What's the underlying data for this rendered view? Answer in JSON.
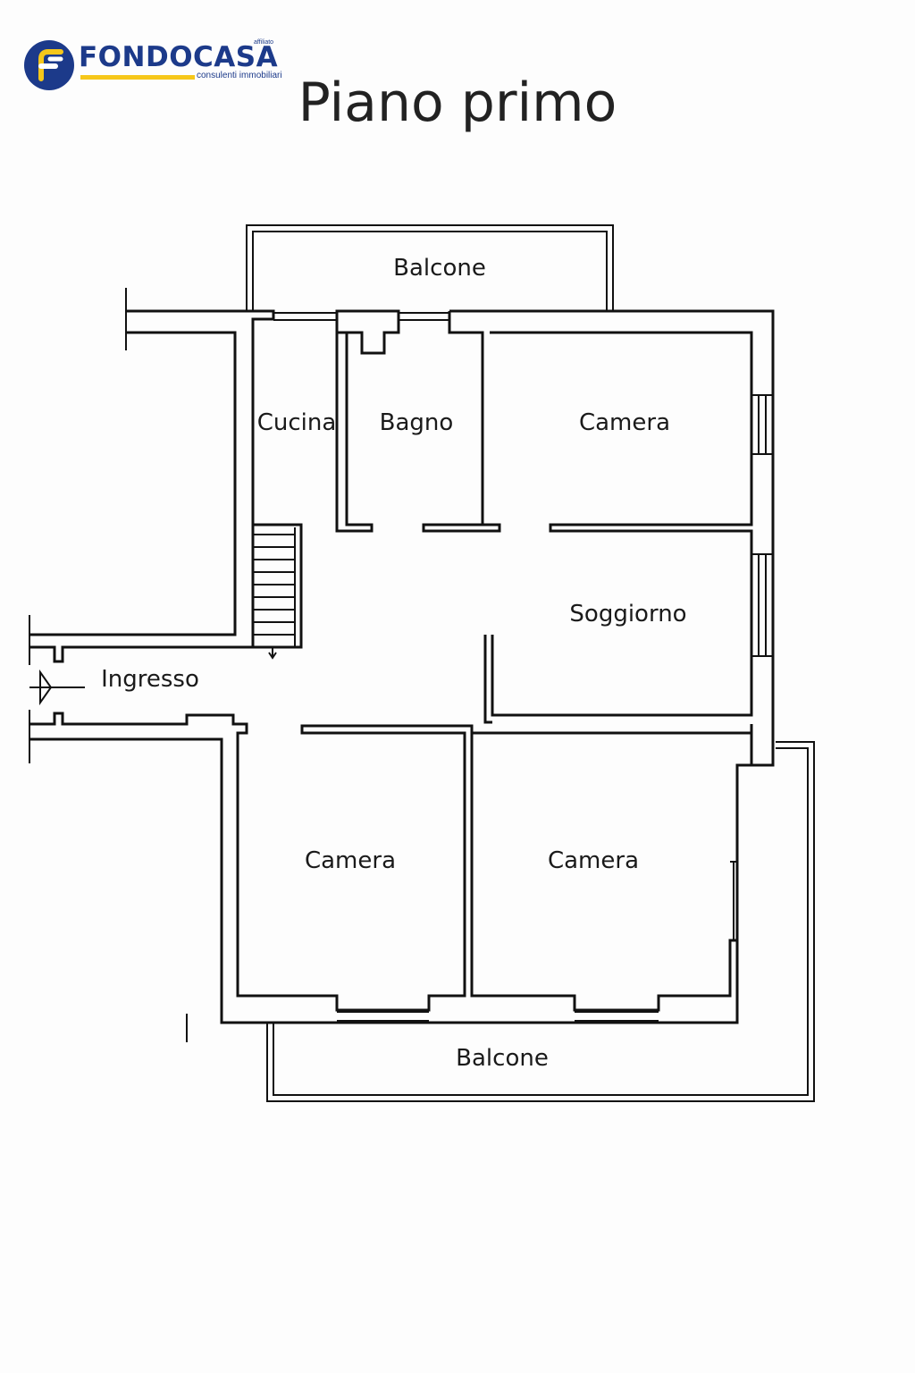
{
  "brand": {
    "name": "FONDOCASA",
    "tagline": "consulenti immobiliari",
    "affiliate": "affiliato",
    "colors": {
      "primary": "#1c3a8a",
      "accent": "#f6c71a"
    }
  },
  "title": "Piano primo",
  "rooms": {
    "balcone_top": "Balcone",
    "cucina": "Cucina",
    "bagno": "Bagno",
    "camera_ne": "Camera",
    "soggiorno": "Soggiorno",
    "ingresso": "Ingresso",
    "camera_sw": "Camera",
    "camera_se": "Camera",
    "balcone_bottom": "Balcone"
  }
}
